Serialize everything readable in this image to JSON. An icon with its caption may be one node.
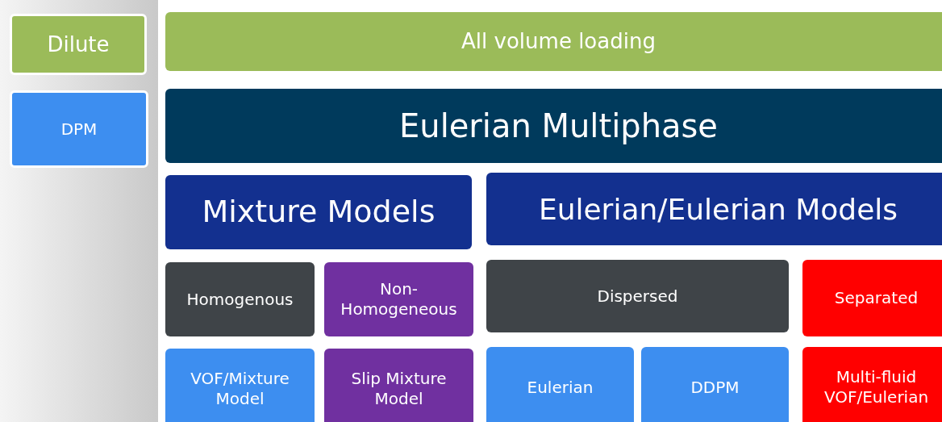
{
  "diagram": {
    "nodes": [
      {
        "text": [
          "Dilute"
        ]
      },
      {
        "text": [
          "All volume loading"
        ]
      },
      {
        "text": [
          "DPM"
        ]
      },
      {
        "text": [
          "Eulerian Multiphase"
        ]
      },
      {
        "text": [
          "Mixture Models"
        ]
      },
      {
        "text": [
          "Eulerian/Eulerian Models"
        ]
      },
      {
        "text": [
          "Homogenous"
        ]
      },
      {
        "text": [
          "Non-Homogeneous"
        ]
      },
      {
        "text": [
          "Dispersed"
        ]
      },
      {
        "text": [
          "Separated"
        ]
      },
      {
        "text": [
          "VOF/Mixture Model"
        ]
      },
      {
        "text": [
          "Slip Mixture Model"
        ]
      },
      {
        "text": [
          "Eulerian"
        ]
      },
      {
        "text": [
          "DDPM"
        ]
      },
      {
        "text": [
          "Multi-fluid VOF/Eulerian"
        ]
      }
    ]
  }
}
